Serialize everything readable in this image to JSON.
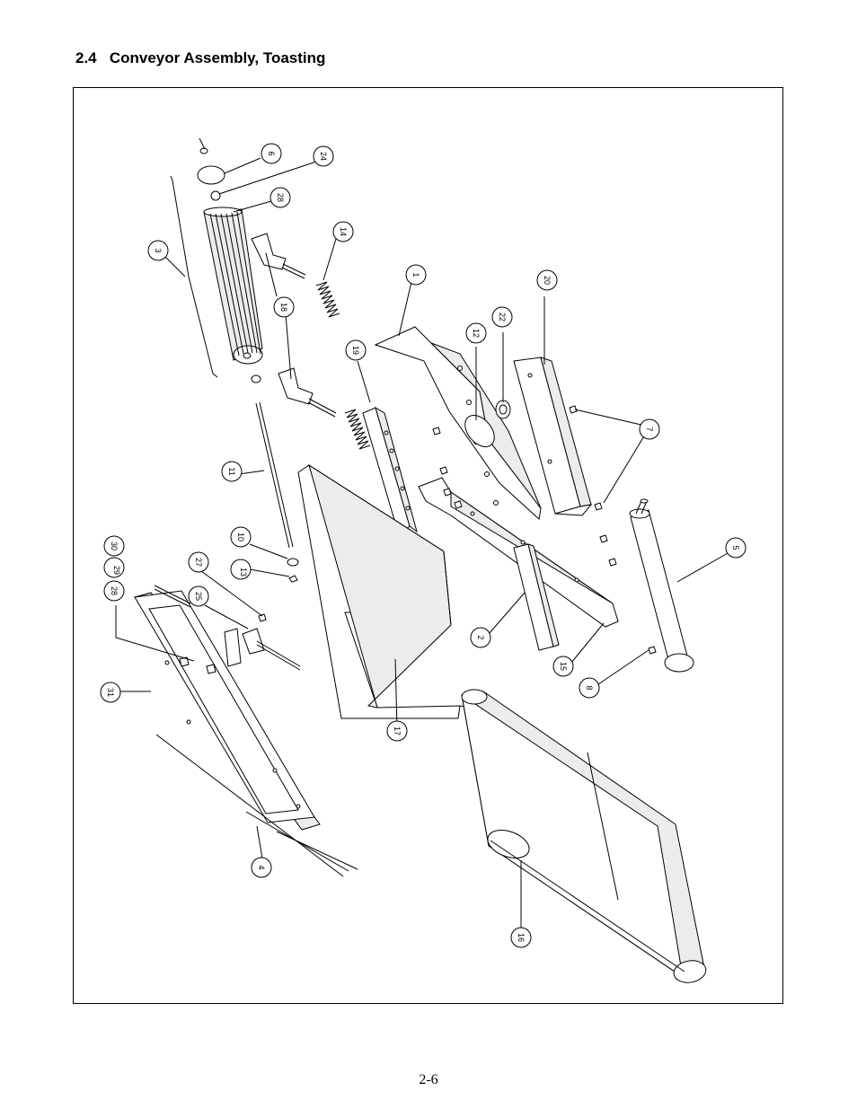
{
  "header": {
    "section_number": "2.4",
    "section_title": "Conveyor Assembly, Toasting"
  },
  "footer": {
    "page_number": "2-6"
  },
  "callouts": [
    "6",
    "24",
    "28",
    "14",
    "3",
    "18",
    "1",
    "20",
    "22",
    "12",
    "19",
    "7",
    "11",
    "5",
    "10",
    "30",
    "29",
    "28",
    "27",
    "13",
    "25",
    "2",
    "15",
    "8",
    "31",
    "17",
    "4",
    "16"
  ]
}
